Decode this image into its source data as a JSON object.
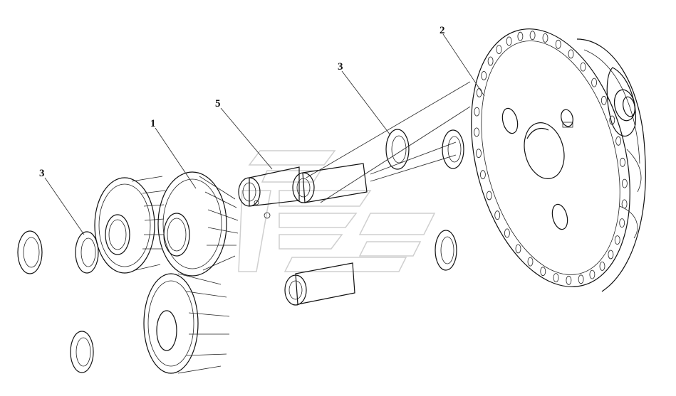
{
  "callouts": [
    {
      "id": "c1",
      "text": "1"
    },
    {
      "id": "c2",
      "text": "2"
    },
    {
      "id": "c3a",
      "text": "3"
    },
    {
      "id": "c3b",
      "text": "3"
    },
    {
      "id": "c5",
      "text": "5"
    }
  ],
  "colors": {
    "ink": "#111111",
    "watermark": "#cfcfcf",
    "background": "#ffffff"
  },
  "icons": [
    "gear-icon",
    "washer-icon",
    "shaft-icon",
    "carrier-flange-icon"
  ]
}
